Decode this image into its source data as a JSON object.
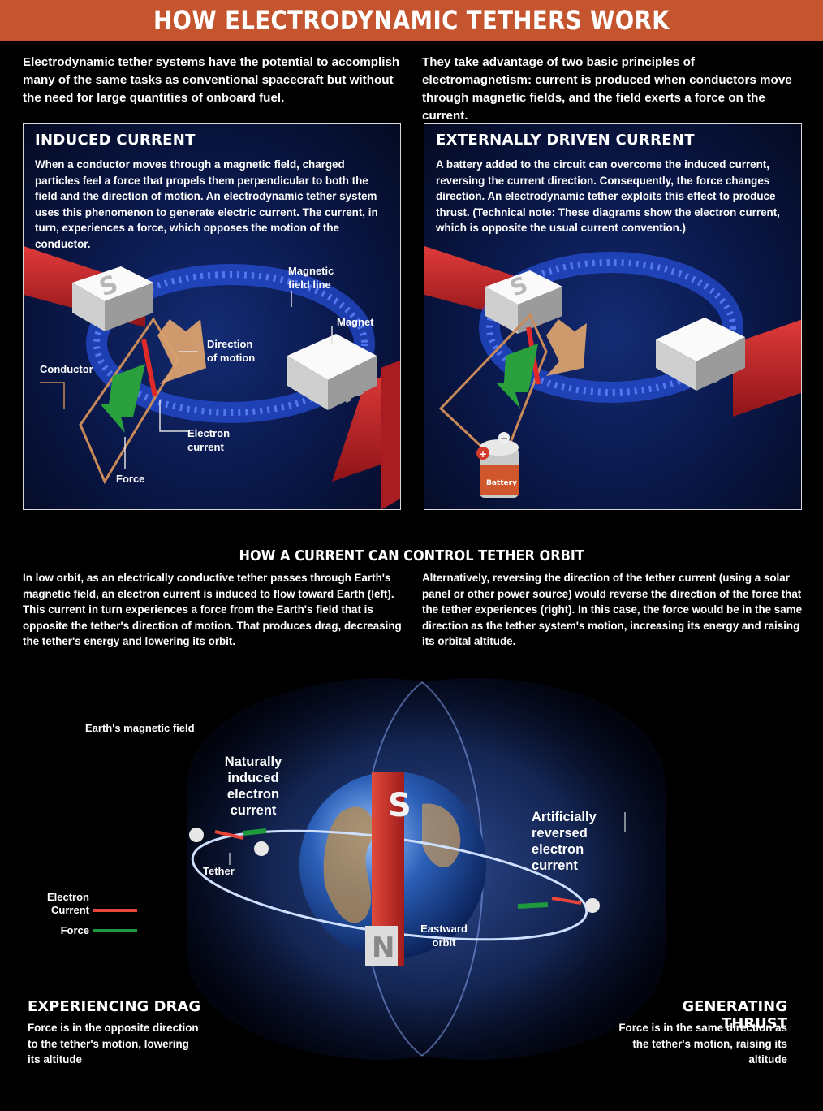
{
  "title": "HOW ELECTRODYNAMIC TETHERS WORK",
  "intro": {
    "left": "Electrodynamic tether systems have the potential to accomplish many of the same tasks as conventional spacecraft but without the need for large quantities of onboard fuel.",
    "right": "They take advantage of two basic principles of electromagnetism: current is produced when conductors move through magnetic fields, and the field exerts a force on the current."
  },
  "panels": {
    "induced": {
      "title": "INDUCED CURRENT",
      "text": "When a conductor moves through a magnetic field, charged particles feel a force that propels them perpendicular to both the field and the direction of motion. An electrodynamic tether system uses this phenomenon to generate electric current. The current, in turn, experiences a force, which opposes the motion of the conductor.",
      "labels": {
        "field_line": "Magnetic field line",
        "magnet": "Magnet",
        "direction": "Direction of motion",
        "conductor": "Conductor",
        "electron_current": "Electron current",
        "force": "Force",
        "pole_s": "S",
        "pole_n": "N"
      }
    },
    "external": {
      "title": "EXTERNALLY DRIVEN CURRENT",
      "text": "A battery added to the circuit can overcome the induced current, reversing the current direction. Consequently, the force changes direction. An electrodynamic tether exploits this effect to produce thrust. (Technical note: These diagrams show the electron current, which is opposite the usual current convention.)",
      "labels": {
        "pole_s": "S",
        "pole_n": "N",
        "battery": "Battery",
        "plus": "+",
        "minus": "−"
      }
    }
  },
  "orbit": {
    "title": "HOW A CURRENT CAN CONTROL TETHER ORBIT",
    "left_text": "In low orbit, as an electrically conductive tether passes through Earth's magnetic field, an electron current is induced to flow toward Earth (left). This current in turn experiences a force from the Earth's field that is opposite the tether's direction of motion. That produces drag, decreasing the tether's energy and lowering its orbit.",
    "right_text": "Alternatively, reversing the direction of the tether current (using a solar panel or other power source) would reverse the direction of the force that the tether experiences (right). In this case, the force would be in the same direction as the tether system's motion, increasing its energy and raising its orbital altitude.",
    "labels": {
      "field": "Earth's magnetic field",
      "natural": "Naturally induced electron current",
      "artificial": "Artificially reversed electron current",
      "tether": "Tether",
      "eastward": "Eastward orbit",
      "pole_s": "S",
      "pole_n": "N"
    },
    "legend": {
      "electron_current": "Electron Current",
      "force": "Force",
      "electron_color": "#e8463a",
      "force_color": "#1e9a3c"
    },
    "drag": {
      "title": "EXPERIENCING DRAG",
      "text": "Force is in the opposite direction to the tether's motion, lowering its altitude"
    },
    "thrust": {
      "title": "GENERATING THRUST",
      "text": "Force is in the same direction as the tether's motion, raising its altitude"
    }
  },
  "colors": {
    "banner": "#c4552e",
    "magnet_red": "#c8262b",
    "arrow_green": "#2a9a3a",
    "arrow_tan": "#d79a6a"
  }
}
